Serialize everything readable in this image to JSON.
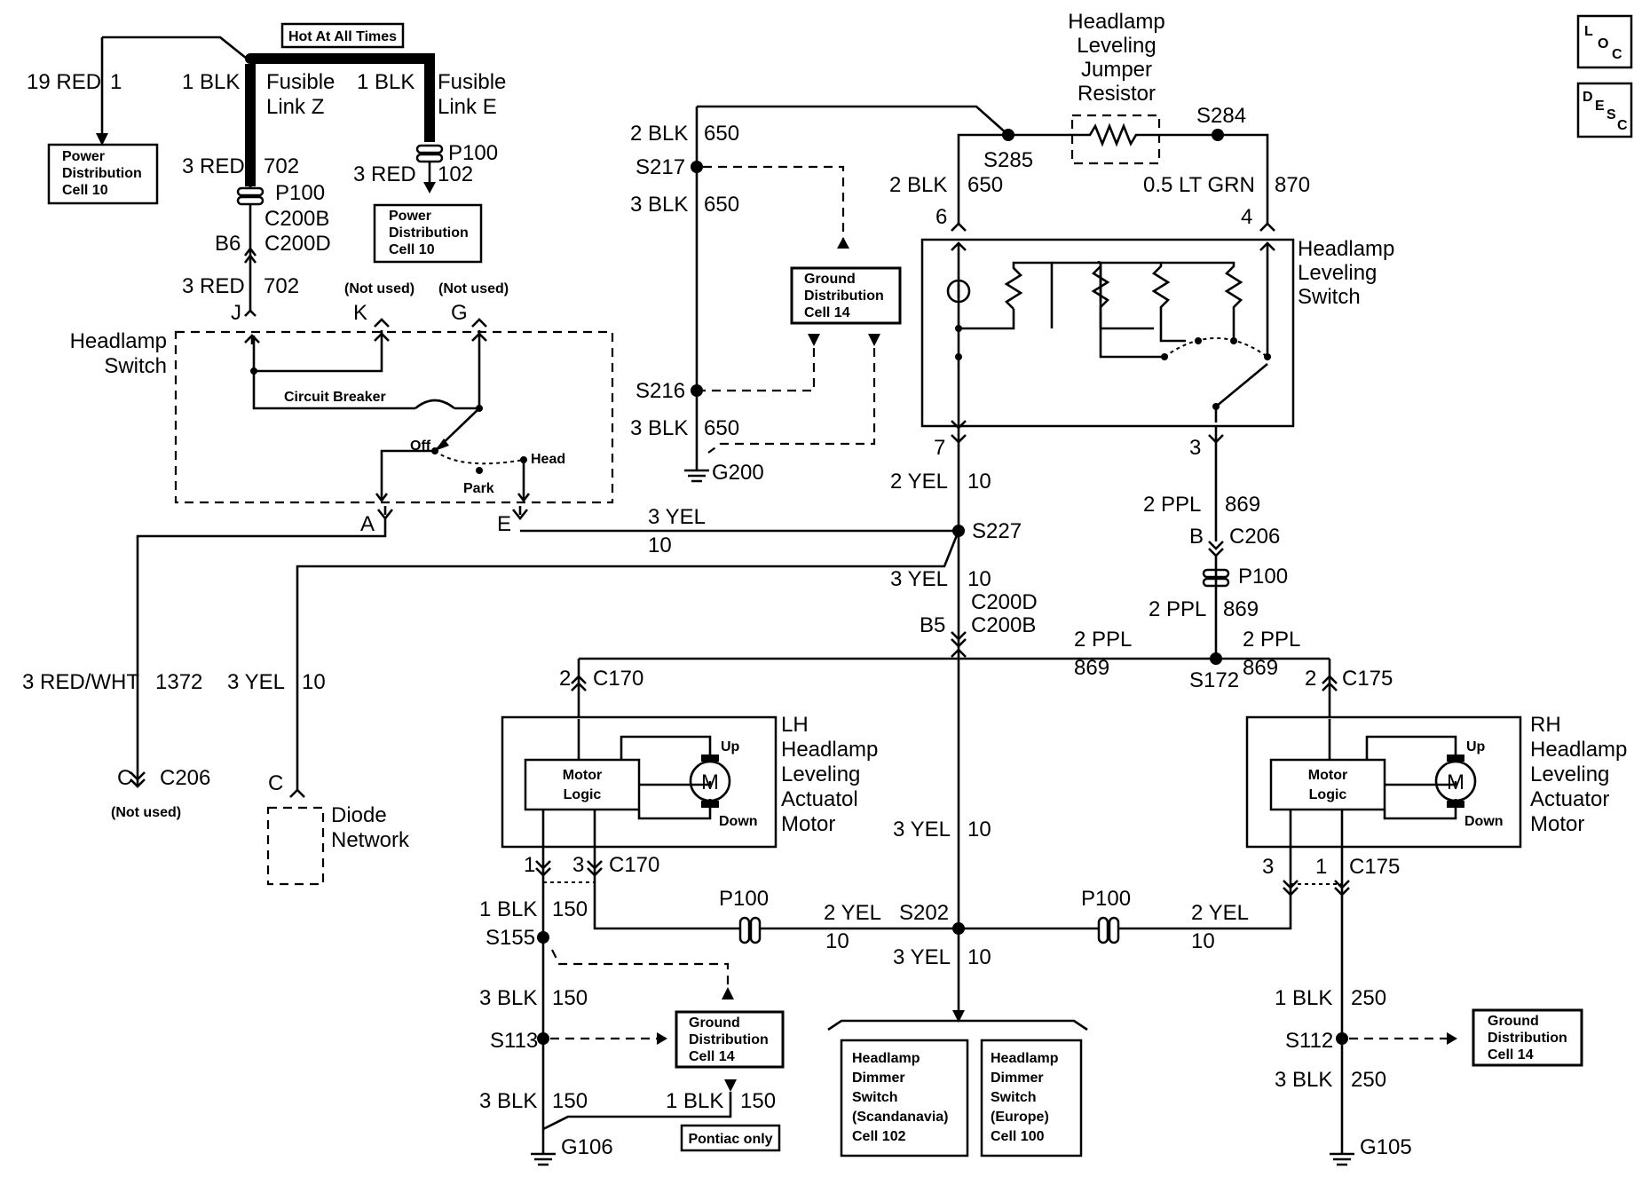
{
  "wires": {
    "red19": "19 RED",
    "red19_ckt": "1",
    "blk1_z": "1 BLK",
    "fusible_z": "Fusible",
    "fusible_z2": "Link Z",
    "blk1_e": "1 BLK",
    "fusible_e": "Fusible",
    "fusible_e2": "Link E",
    "hot": "Hot At All Times",
    "red3_a": "3 RED",
    "ckt702_a": "702",
    "red3_e": "3 RED",
    "ckt102": "102",
    "red3_b": "3 RED",
    "ckt702_b": "702",
    "blk2_a": "2 BLK",
    "ckt650_a": "650",
    "blk3_a": "3 BLK",
    "ckt650_b": "650",
    "blk3_b": "3 BLK",
    "ckt650_c": "650",
    "blk2_b": "2 BLK",
    "ckt650_d": "650",
    "ltgrn": "0.5 LT GRN",
    "ckt870": "870",
    "yel2_a": "2 YEL",
    "ckt10_a": "10",
    "yel3_a": "3 YEL",
    "ckt10_b": "10",
    "yel3_b": "3 YEL",
    "ckt10_c": "10",
    "ppl2_a": "2 PPL",
    "ckt869_a": "869",
    "ppl2_b": "2 PPL",
    "ckt869_b": "869",
    "ppl2_c": "2 PPL",
    "ckt869_c": "869",
    "ppl2_d": "2 PPL",
    "ckt869_d": "869",
    "redwht": "3 RED/WHT",
    "ckt1372": "1372",
    "yel3_c": "3 YEL",
    "ckt10_d": "10",
    "yel3_d": "3 YEL",
    "ckt10_e": "10",
    "blk1_b": "1 BLK",
    "ckt150_a": "150",
    "blk3_c": "3 BLK",
    "ckt150_b": "150",
    "blk3_d": "3 BLK",
    "ckt150_c": "150",
    "blk1_c": "1 BLK",
    "ckt150_d": "150",
    "yel2_b": "2 YEL",
    "ckt10_f": "10",
    "yel2_c": "2 YEL",
    "ckt10_g": "10",
    "yel3_e": "3 YEL",
    "ckt10_h": "10",
    "blk1_d": "1 BLK",
    "ckt250_a": "250",
    "blk3_e": "3 BLK",
    "ckt250_b": "250"
  },
  "connectors": {
    "p100_a": "P100",
    "c200b_a": "C200B",
    "c200d_a": "C200D",
    "b6": "B6",
    "p100_e": "P100",
    "j": "J",
    "k": "K",
    "g": "G",
    "not_used_k": "(Not used)",
    "not_used_g": "(Not used)",
    "a": "A",
    "e": "E",
    "s217": "S217",
    "s216": "S216",
    "g200": "G200",
    "s285": "S285",
    "s284": "S284",
    "pin6": "6",
    "pin4": "4",
    "pin7": "7",
    "pin3": "3",
    "s227": "S227",
    "b_c206": "B",
    "c206_b": "C206",
    "p100_b": "P100",
    "c200d_b": "C200D",
    "c200b_b": "C200B",
    "b5": "B5",
    "s172": "S172",
    "c170_pin2": "2",
    "c170_a": "C170",
    "c175_pin2": "2",
    "c175_a": "C175",
    "c_c206": "C",
    "c206_c": "C206",
    "not_used_c": "(Not used)",
    "c_diode": "C",
    "pin1_l": "1",
    "pin3_l": "3",
    "c170_b": "C170",
    "pin3_r": "3",
    "pin1_r": "1",
    "c175_b": "C175",
    "p100_l": "P100",
    "p100_r": "P100",
    "s202": "S202",
    "s155": "S155",
    "s113": "S113",
    "g106": "G106",
    "s112": "S112",
    "g105": "G105"
  },
  "components": {
    "pd10_a": [
      "Power",
      "Distribution",
      "Cell 10"
    ],
    "pd10_b": [
      "Power",
      "Distribution",
      "Cell 10"
    ],
    "gd14_a": [
      "Ground",
      "Distribution",
      "Cell 14"
    ],
    "gd14_b": [
      "Ground",
      "Distribution",
      "Cell 14"
    ],
    "gd14_c": [
      "Ground",
      "Distribution",
      "Cell 14"
    ],
    "headlamp_switch": [
      "Headlamp",
      "Switch"
    ],
    "circuit_breaker": "Circuit Breaker",
    "sw_off": "Off",
    "sw_park": "Park",
    "sw_head": "Head",
    "jumper": [
      "Headlamp",
      "Leveling",
      "Jumper",
      "Resistor"
    ],
    "leveling_switch": [
      "Headlamp",
      "Leveling",
      "Switch"
    ],
    "lh_motor": [
      "LH",
      "Headlamp",
      "Leveling",
      "Actuatol",
      "Motor"
    ],
    "rh_motor": [
      "RH",
      "Headlamp",
      "Leveling",
      "Actuator",
      "Motor"
    ],
    "motor_logic": [
      "Motor",
      "Logic"
    ],
    "m": "M",
    "up": "Up",
    "down": "Down",
    "diode": [
      "Diode",
      "Network"
    ],
    "dimmer_scan": [
      "Headlamp",
      "Dimmer",
      "Switch",
      "(Scandanavia)",
      "Cell 102"
    ],
    "dimmer_eur": [
      "Headlamp",
      "Dimmer",
      "Switch",
      "(Europe)",
      "Cell 100"
    ],
    "pontiac": "Pontiac only"
  },
  "corner": {
    "loc": [
      "L",
      "O",
      "C"
    ],
    "desc": [
      "D",
      "E",
      "S",
      "C"
    ]
  }
}
